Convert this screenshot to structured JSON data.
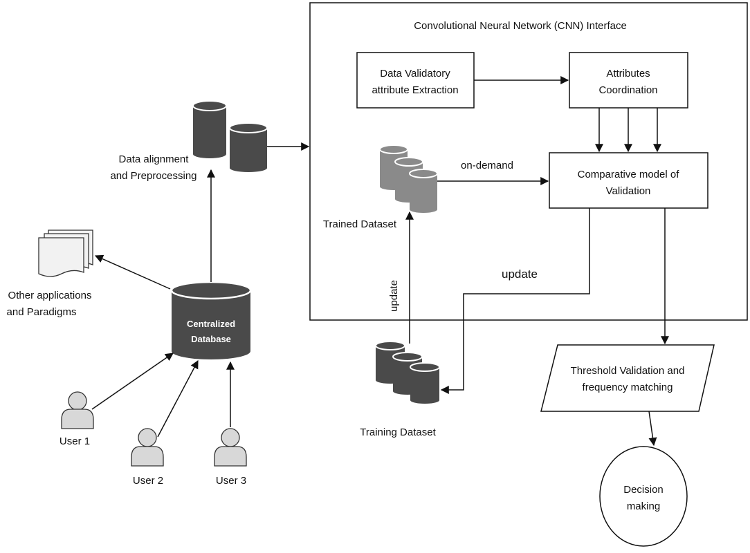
{
  "cnn_panel": {
    "title": "Convolutional Neural Network (CNN) Interface"
  },
  "boxes": {
    "data_validatory": [
      "Data Validatory",
      "attribute Extraction"
    ],
    "attributes_coordination": [
      "Attributes",
      "Coordination"
    ],
    "comparative_model": [
      "Comparative model of",
      "Validation"
    ],
    "threshold_validation": [
      "Threshold Validation and",
      "frequency matching"
    ],
    "decision_making": [
      "Decision",
      "making"
    ]
  },
  "labels": {
    "data_alignment": [
      "Data alignment",
      "and Preprocessing"
    ],
    "other_applications": [
      "Other applications",
      "and Paradigms"
    ],
    "centralized_database": [
      "Centralized",
      "Database"
    ],
    "trained_dataset": "Trained Dataset",
    "training_dataset": "Training Dataset",
    "on_demand": "on-demand",
    "update_horizontal": "update",
    "update_vertical": "update"
  },
  "users": [
    "User 1",
    "User 2",
    "User 3"
  ],
  "colors": {
    "cylinder_dark": "#4a4a4a",
    "cylinder_light": "#8a8a8a",
    "user_fill": "#d8d8d8",
    "doc_fill": "#f2f2f2",
    "line": "#111111"
  }
}
